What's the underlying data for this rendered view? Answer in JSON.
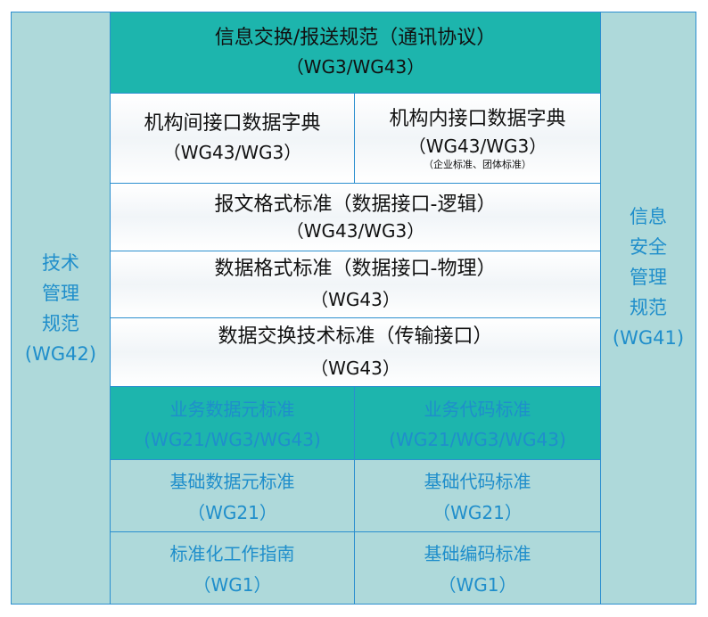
{
  "left_column": {
    "lines": [
      "技术",
      "管理",
      "规范",
      "(WG42)"
    ]
  },
  "right_column": {
    "lines": [
      "信息",
      "安全",
      "管理",
      "规范",
      "(WG41)"
    ]
  },
  "top_row": {
    "title": "信息交换/报送规范（通讯协议）",
    "code": "（WG3/WG43）"
  },
  "dictionaries": {
    "inter": {
      "title": "机构间接口数据字典",
      "code": "（WG43/WG3）"
    },
    "intra": {
      "title": "机构内接口数据字典",
      "code": "（WG43/WG3）",
      "note": "（企业标准、团体标准）"
    }
  },
  "layers": [
    {
      "title": "报文格式标准（数据接口-逻辑）",
      "code": "（WG43/WG3）"
    },
    {
      "title": "数据格式标准（数据接口-物理）",
      "code": "（WG43）"
    },
    {
      "title": "数据交换技术标准（传输接口）",
      "code": "（WG43）"
    }
  ],
  "grid": [
    [
      {
        "title": "业务数据元标准",
        "code": "(WG21/WG3/WG43)"
      },
      {
        "title": "业务代码标准",
        "code": "(WG21/WG3/WG43)"
      }
    ],
    [
      {
        "title": "基础数据元标准",
        "code": "（WG21）"
      },
      {
        "title": "基础代码标准",
        "code": "（WG21）"
      }
    ],
    [
      {
        "title": "标准化工作指南",
        "code": "（WG1）"
      },
      {
        "title": "基础编码标准",
        "code": "（WG1）"
      }
    ]
  ],
  "colors": {
    "border": "#2b8fcf",
    "teal": "#1db5ad",
    "light": "#aed9da",
    "text_blue": "#1f8ecb",
    "text_dark": "#111111"
  }
}
